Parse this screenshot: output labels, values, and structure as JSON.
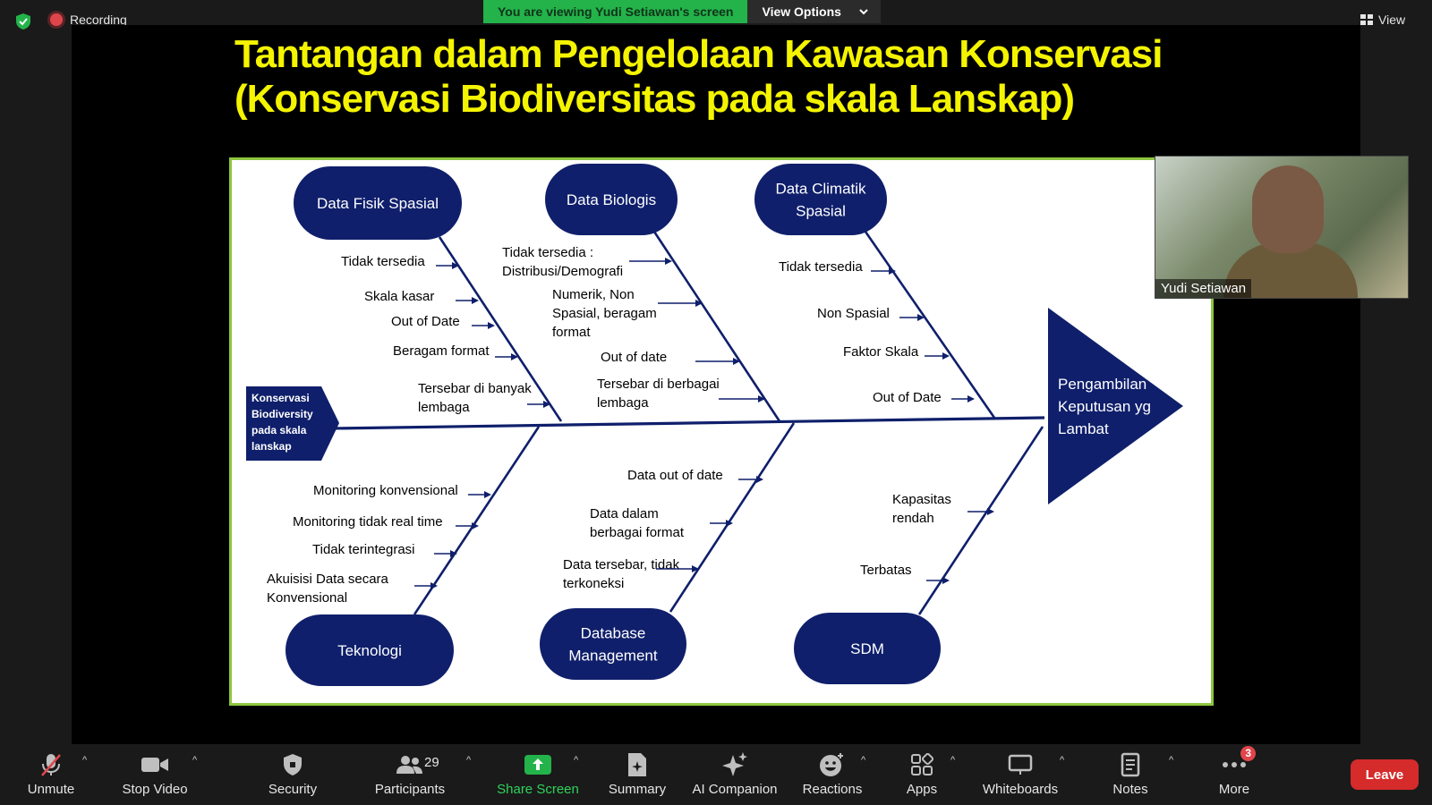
{
  "top_bar": {
    "recording_label": "Recording",
    "viewing_banner": "You are viewing Yudi Setiawan's screen",
    "view_options_label": "View Options",
    "view_button_label": "View"
  },
  "slide": {
    "title_line1": "Tantangan dalam Pengelolaan Kawasan Konservasi",
    "title_line2": "(Konservasi Biodiversitas pada skala Lanskap)",
    "head_label": [
      "Konservasi",
      "Biodiversity",
      "pada skala",
      "lanskap"
    ],
    "outcome_label": [
      "Pengambilan",
      "Keputusan yg",
      "Lambat"
    ],
    "categories": {
      "fisik": [
        "Data Fisik Spasial"
      ],
      "biologis": [
        "Data Biologis"
      ],
      "climatik": [
        "Data Climatik",
        "Spasial"
      ],
      "teknologi": [
        "Teknologi"
      ],
      "database": [
        "Database",
        "Management"
      ],
      "sdm": [
        "SDM"
      ]
    },
    "causes": {
      "fisik": [
        [
          "Tidak tersedia"
        ],
        [
          "Skala kasar"
        ],
        [
          "Out of Date"
        ],
        [
          "Beragam format"
        ],
        [
          "Tersebar di banyak",
          "lembaga"
        ]
      ],
      "biologis": [
        [
          "Tidak tersedia :",
          "Distribusi/Demografi"
        ],
        [
          "Numerik, Non",
          "Spasial, beragam",
          "format"
        ],
        [
          "Out of date"
        ],
        [
          "Tersebar di berbagai",
          "lembaga"
        ]
      ],
      "climatik": [
        [
          "Tidak tersedia"
        ],
        [
          "Non Spasial"
        ],
        [
          "Faktor Skala"
        ],
        [
          "Out of Date"
        ]
      ],
      "teknologi": [
        [
          "Monitoring konvensional"
        ],
        [
          "Monitoring tidak real time"
        ],
        [
          "Tidak terintegrasi"
        ],
        [
          "Akuisisi Data secara",
          "Konvensional"
        ]
      ],
      "database": [
        [
          "Data out of date"
        ],
        [
          "Data dalam",
          "berbagai format"
        ],
        [
          "Data tersebar, tidak",
          "terkoneksi"
        ]
      ],
      "sdm": [
        [
          "Kapasitas",
          "rendah"
        ],
        [
          "Terbatas"
        ]
      ]
    }
  },
  "participant_tile": {
    "name": "Yudi Setiawan"
  },
  "toolbar": {
    "unmute": "Unmute",
    "stop_video": "Stop Video",
    "security": "Security",
    "participants": "Participants",
    "participants_count": "29",
    "share_screen": "Share Screen",
    "summary": "Summary",
    "ai_companion": "AI Companion",
    "reactions": "Reactions",
    "apps": "Apps",
    "whiteboards": "Whiteboards",
    "notes": "Notes",
    "more": "More",
    "more_badge": "3",
    "leave": "Leave"
  },
  "colors": {
    "navy": "#0f1f6b",
    "title_yellow": "#f4f400",
    "frame_green": "#8dc63f",
    "zoom_green": "#23b34a",
    "leave_red": "#d52b2b"
  }
}
